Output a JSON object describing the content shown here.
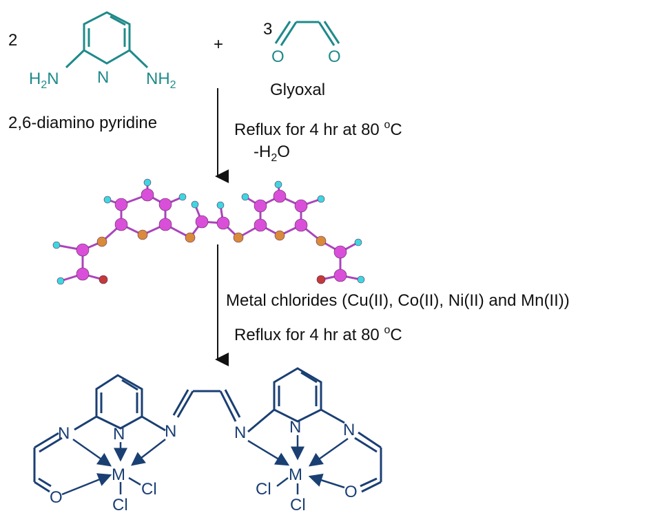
{
  "reactants": {
    "coef_diamine": "2",
    "coef_glyoxal": "3",
    "plus": "+",
    "diamine_name": "2,6-diamino pyridine",
    "glyoxal_name": "Glyoxal",
    "amine_left": "H",
    "amine_left_sub": "2",
    "amine_left_n": "N",
    "amine_right": "NH",
    "amine_right_sub": "2",
    "ring_n": "N",
    "oxygen": "O"
  },
  "step1": {
    "condition": "Reflux for 4 hr at 80 ",
    "degree": "o",
    "unit": "C",
    "byproduct_a": "-H",
    "byproduct_sub": "2",
    "byproduct_b": "O"
  },
  "step2": {
    "reagent": "Metal chlorides (Cu(II), Co(II), Ni(II) and Mn(II))",
    "condition": "Reflux for 4 hr at 80 ",
    "degree": "o",
    "unit": "C"
  },
  "complex": {
    "nitrogen": "N",
    "metal": "M",
    "chlorine": "Cl",
    "oxygen": "O"
  },
  "colors": {
    "reactant": "#1f8a8a",
    "complex": "#1a3f73",
    "carbon_ball": "#d94fd9",
    "nitrogen_ball": "#d98a3a",
    "hydrogen_ball": "#3fd6e0",
    "oxygen_ball": "#c23a3a",
    "bond": "#aa44bb"
  }
}
